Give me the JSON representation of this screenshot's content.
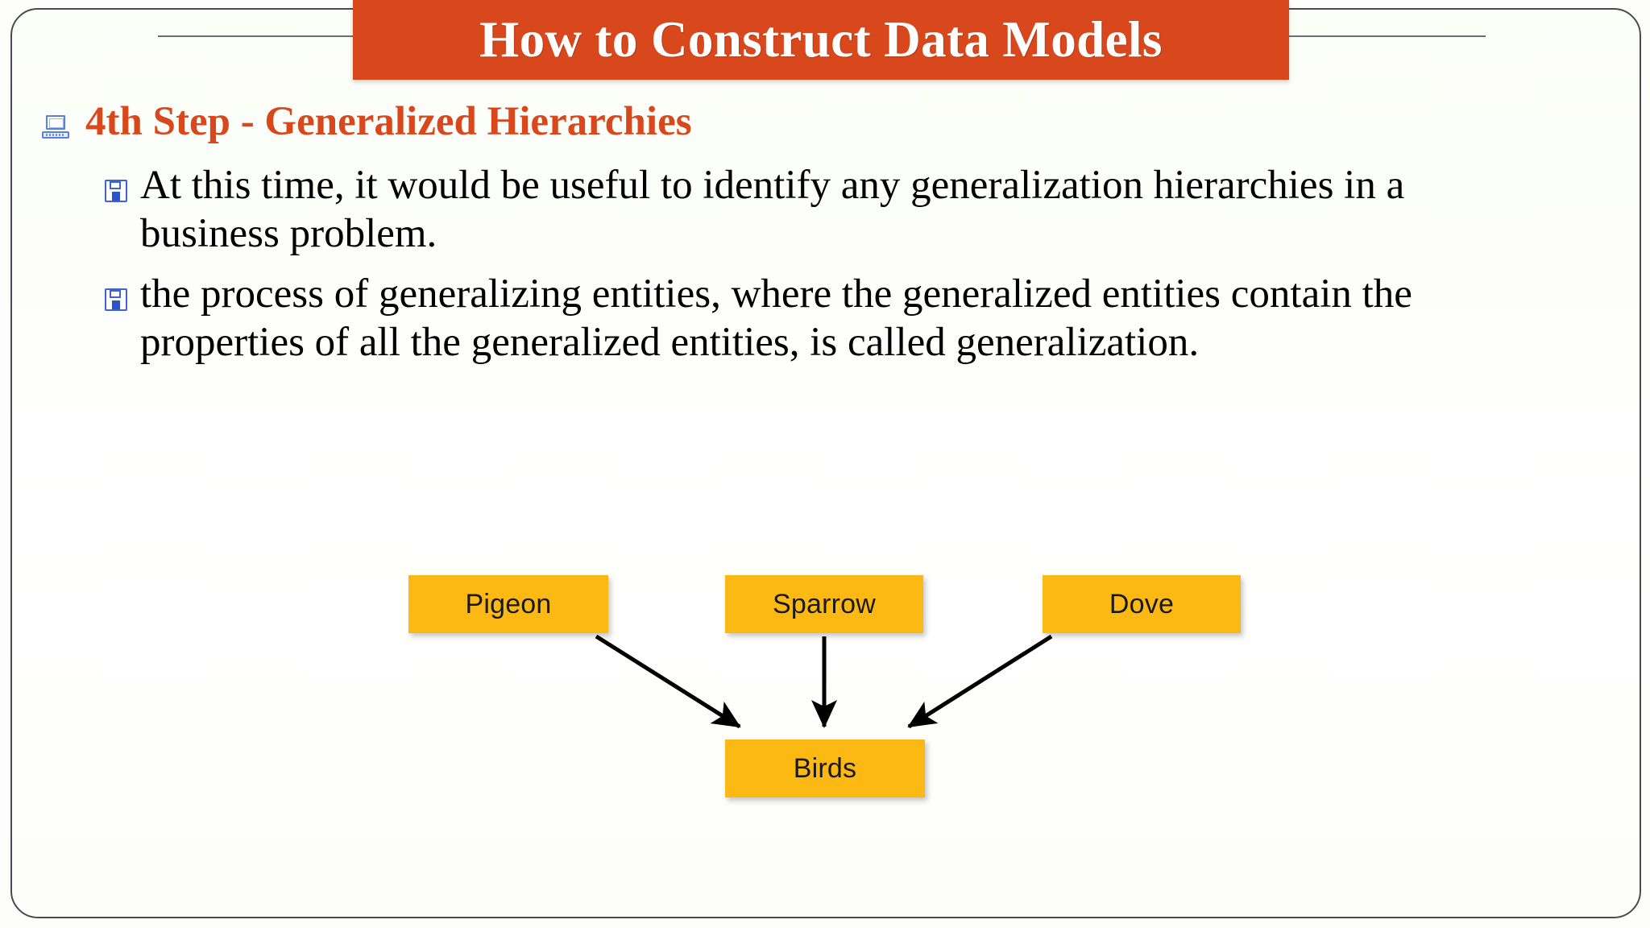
{
  "slide": {
    "title": "How to Construct Data Models",
    "title_bg": "#d9481c",
    "title_color": "#ffffff",
    "background": "#fdfefb",
    "frame_border_color": "#4a4a50"
  },
  "bullets": {
    "level1": {
      "icon": "laptop-icon",
      "text": "4th Step - Generalized Hierarchies",
      "color": "#d9481c"
    },
    "level2": [
      {
        "icon": "floppy-disk-icon",
        "text": "At this time, it would be useful to identify any generalization hierarchies in a business problem."
      },
      {
        "icon": "floppy-disk-icon",
        "text": "the process of generalizing entities, where the generalized entities contain the properties of all the generalized entities, is called generalization."
      }
    ]
  },
  "diagram": {
    "type": "generalization-hierarchy",
    "node_fill": "#fcb913",
    "node_text_color": "#1a1a1a",
    "arrow_color": "#000000",
    "nodes": [
      {
        "id": "pigeon",
        "label": "Pigeon",
        "role": "specialized"
      },
      {
        "id": "sparrow",
        "label": "Sparrow",
        "role": "specialized"
      },
      {
        "id": "dove",
        "label": "Dove",
        "role": "specialized"
      },
      {
        "id": "birds",
        "label": "Birds",
        "role": "generalized"
      }
    ],
    "edges": [
      {
        "from": "pigeon",
        "to": "birds"
      },
      {
        "from": "sparrow",
        "to": "birds"
      },
      {
        "from": "dove",
        "to": "birds"
      }
    ]
  }
}
